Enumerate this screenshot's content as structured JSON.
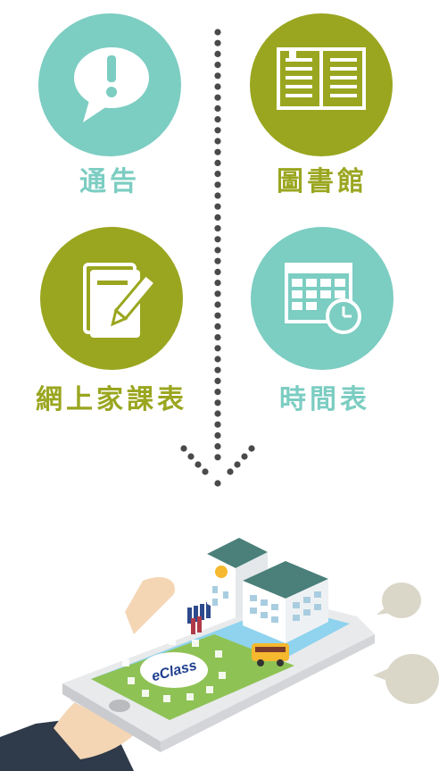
{
  "features": [
    {
      "id": "notice",
      "label": "通告",
      "icon": "speech-bubble-exclamation-icon",
      "color": "#7ccdc2"
    },
    {
      "id": "library",
      "label": "圖書館",
      "icon": "open-book-icon",
      "color": "#9aa61f"
    },
    {
      "id": "homework",
      "label": "網上家課表",
      "icon": "notebook-pencil-icon",
      "color": "#9aa61f"
    },
    {
      "id": "timetable",
      "label": "時間表",
      "icon": "calendar-clock-icon",
      "color": "#7ccdc2"
    }
  ],
  "scene": {
    "logo_text": "eClass",
    "colors": {
      "screen": "#8fd3ee",
      "grass": "#8fc255",
      "building_roof": "#4a7f7a",
      "bus": "#f5b82e",
      "hand": "#f4d6b5",
      "sleeve": "#2f3a4a",
      "bubble": "#dad6c8"
    }
  },
  "colors": {
    "teal": "#7ccdc2",
    "olive": "#9aa61f",
    "dots": "#4a4a4a"
  }
}
